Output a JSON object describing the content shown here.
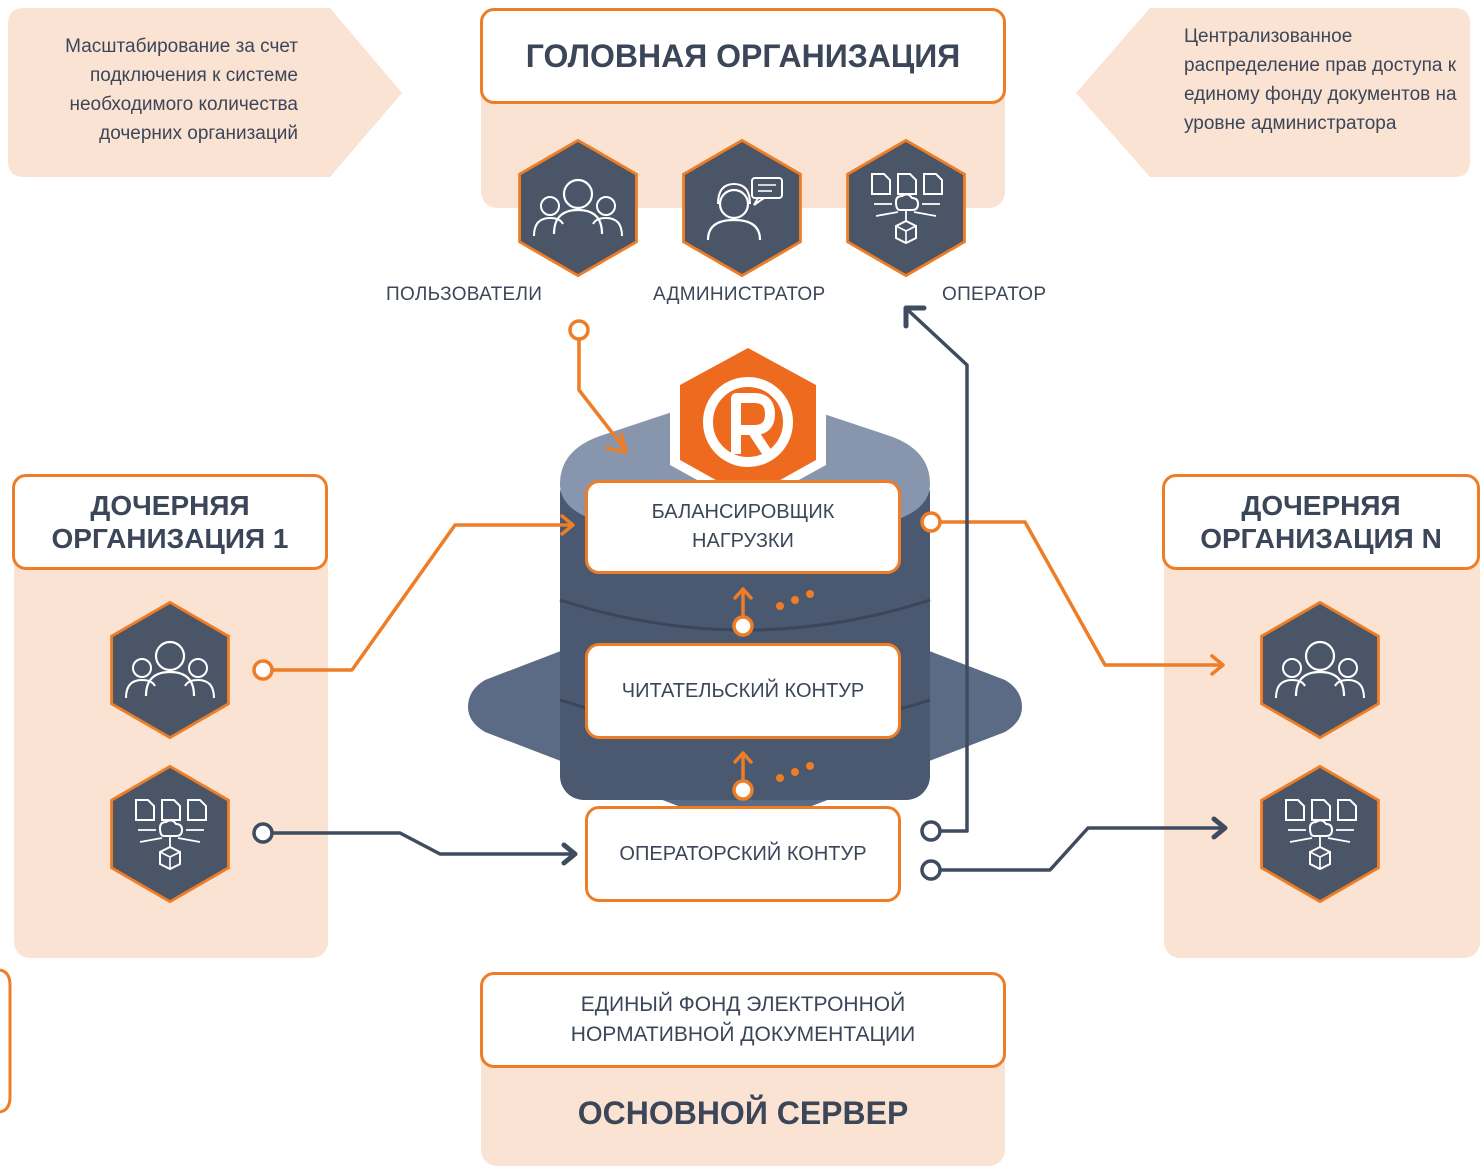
{
  "head_org": {
    "title": "ГОЛОВНАЯ ОРГАНИЗАЦИЯ"
  },
  "notes": {
    "left": "Масштабирование за счет подключения к системе необходимого количества дочерних организаций",
    "right": "Централизованное распределение прав доступа к единому фонду документов на уровне администратора"
  },
  "roles": {
    "users": "ПОЛЬЗОВАТЕЛИ",
    "admin": "АДМИНИСТРАТОР",
    "operator": "ОПЕРАТОР"
  },
  "sub_org_1": {
    "title_line1": "ДОЧЕРНЯЯ",
    "title_line2": "ОРГАНИЗАЦИЯ 1"
  },
  "sub_org_n": {
    "title_line1": "ДОЧЕРНЯЯ",
    "title_line2": "ОРГАНИЗАЦИЯ N"
  },
  "server": {
    "balancer_line1": "БАЛАНСИРОВЩИК",
    "balancer_line2": "НАГРУЗКИ",
    "reader": "ЧИТАТЕЛЬСКИЙ КОНТУР",
    "operator": "ОПЕРАТОРСКИЙ КОНТУР",
    "fund_line1": "ЕДИНЫЙ ФОНД ЭЛЕКТРОННОЙ",
    "fund_line2": "НОРМАТИВНОЙ ДОКУМЕНТАЦИИ",
    "title": "ОСНОВНОЙ СЕРВЕР"
  },
  "colors": {
    "accent": "#ee7d25",
    "slate": "#4a5568",
    "peach": "#fbe3d3"
  },
  "icons": [
    "users-group-icon",
    "admin-headset-icon",
    "operator-docs-icon",
    "logo-r-icon"
  ]
}
